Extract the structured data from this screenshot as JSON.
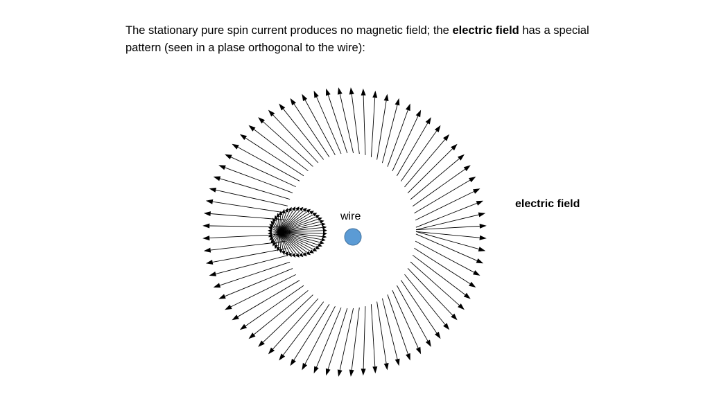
{
  "caption": {
    "part1": "The stationary pure spin current produces no magnetic field; the ",
    "bold": "electric field",
    "part2": " has a special pattern (seen in a plase orthogonal to the wire):"
  },
  "labels": {
    "field": "electric field",
    "wire": "wire"
  },
  "colors": {
    "wire_fill": "#5b9bd5",
    "wire_stroke": "#41719c",
    "arrow": "#000000"
  },
  "pattern": {
    "outer_arrow_count": 72,
    "inner_arrow_count": 48
  }
}
